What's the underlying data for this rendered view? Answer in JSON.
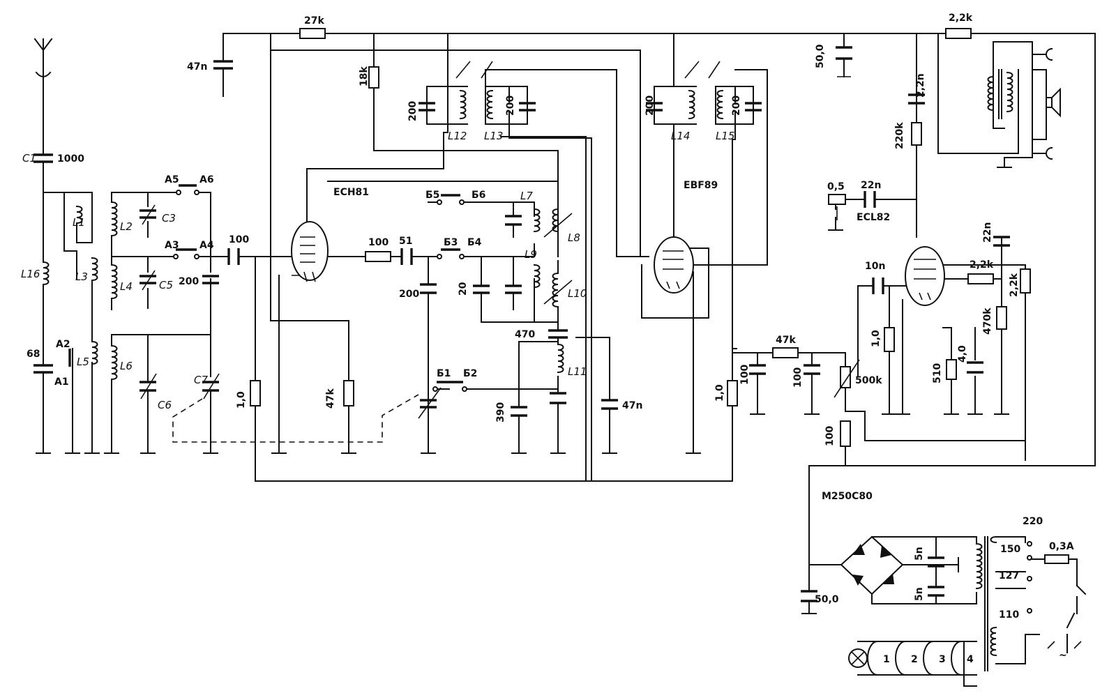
{
  "tubes": {
    "ech81": "ECH81",
    "ebf89": "EBF89",
    "ecl82": "ECL82"
  },
  "rectifier": "M250C80",
  "components": {
    "r_27k": "27k",
    "r_18k": "18k",
    "r_2k2_top": "2,2k",
    "r_220k": "220k",
    "r_100": "100",
    "r_47k_mid": "47k",
    "r_47k_det": "47k",
    "r_500k": "500k",
    "r_1_0_a": "1,0",
    "r_1_0_b": "1,0",
    "r_1_0_c": "1,0",
    "r_100_vol": "100",
    "r_2k2_a": "2,2k",
    "r_2k2_b": "2,2k",
    "r_470k": "470k",
    "r_510": "510",
    "c_47n_top": "47n",
    "c1_val": "1000",
    "c_68": "68",
    "c_200_in": "200",
    "c_100_in": "100",
    "c_51": "51",
    "c_200_b": "200",
    "c_20": "20",
    "c_470": "470",
    "c_390": "390",
    "c_47n_mid": "47n",
    "c_200_l12": "200",
    "c_200_l13": "200",
    "c_200_l14": "200",
    "c_200_l15": "200",
    "c_50_top": "50,0",
    "c_2n2": "2,2n",
    "c_22n_a": "22n",
    "c_22n_b": "22n",
    "c_10n": "10n",
    "c_4_0": "4,0",
    "c_100_a": "100",
    "c_100_b": "100",
    "pot_0_5": "0,5",
    "c_5n_a": "5n",
    "c_5n_b": "5n",
    "c_50_psu": "50,0"
  },
  "coils": {
    "L1": "L1",
    "L2": "L2",
    "L3": "L3",
    "L4": "L4",
    "L5": "L5",
    "L6": "L6",
    "L7": "L7",
    "L8": "L8",
    "L9": "L9",
    "L10": "L10",
    "L11": "L11",
    "L12": "L12",
    "L13": "L13",
    "L14": "L14",
    "L15": "L15",
    "L16": "L16"
  },
  "capacitor_labels": {
    "C1": "C1",
    "C3": "C3",
    "C5": "C5",
    "C6": "C6",
    "C7": "C7"
  },
  "switches": {
    "A1": "A1",
    "A2": "A2",
    "A3": "A3",
    "A4": "A4",
    "A5": "A5",
    "A6": "A6",
    "B1": "Б1",
    "B2": "Б2",
    "B3": "Б3",
    "B4": "Б4",
    "B5": "Б5",
    "B6": "Б6"
  },
  "power": {
    "v220": "220",
    "v150": "150",
    "v127": "127",
    "v110": "110",
    "fuse": "0,3A",
    "ac_symbol": "~"
  },
  "lamps": [
    "1",
    "2",
    "3",
    "4"
  ]
}
